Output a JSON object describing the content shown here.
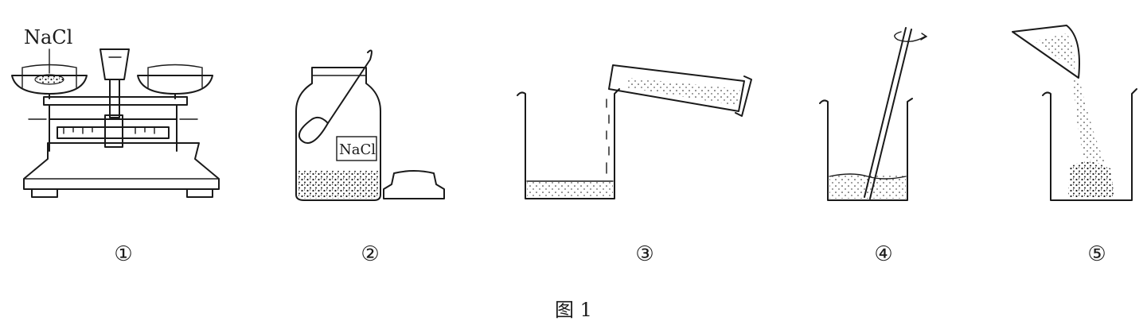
{
  "figure": {
    "caption": "图 1",
    "salt_label": "NaCl",
    "jar_label": "NaCl",
    "steps": [
      "①",
      "②",
      "③",
      "④",
      "⑤"
    ],
    "colors": {
      "ink": "#1a1a1a",
      "background": "#ffffff"
    }
  }
}
